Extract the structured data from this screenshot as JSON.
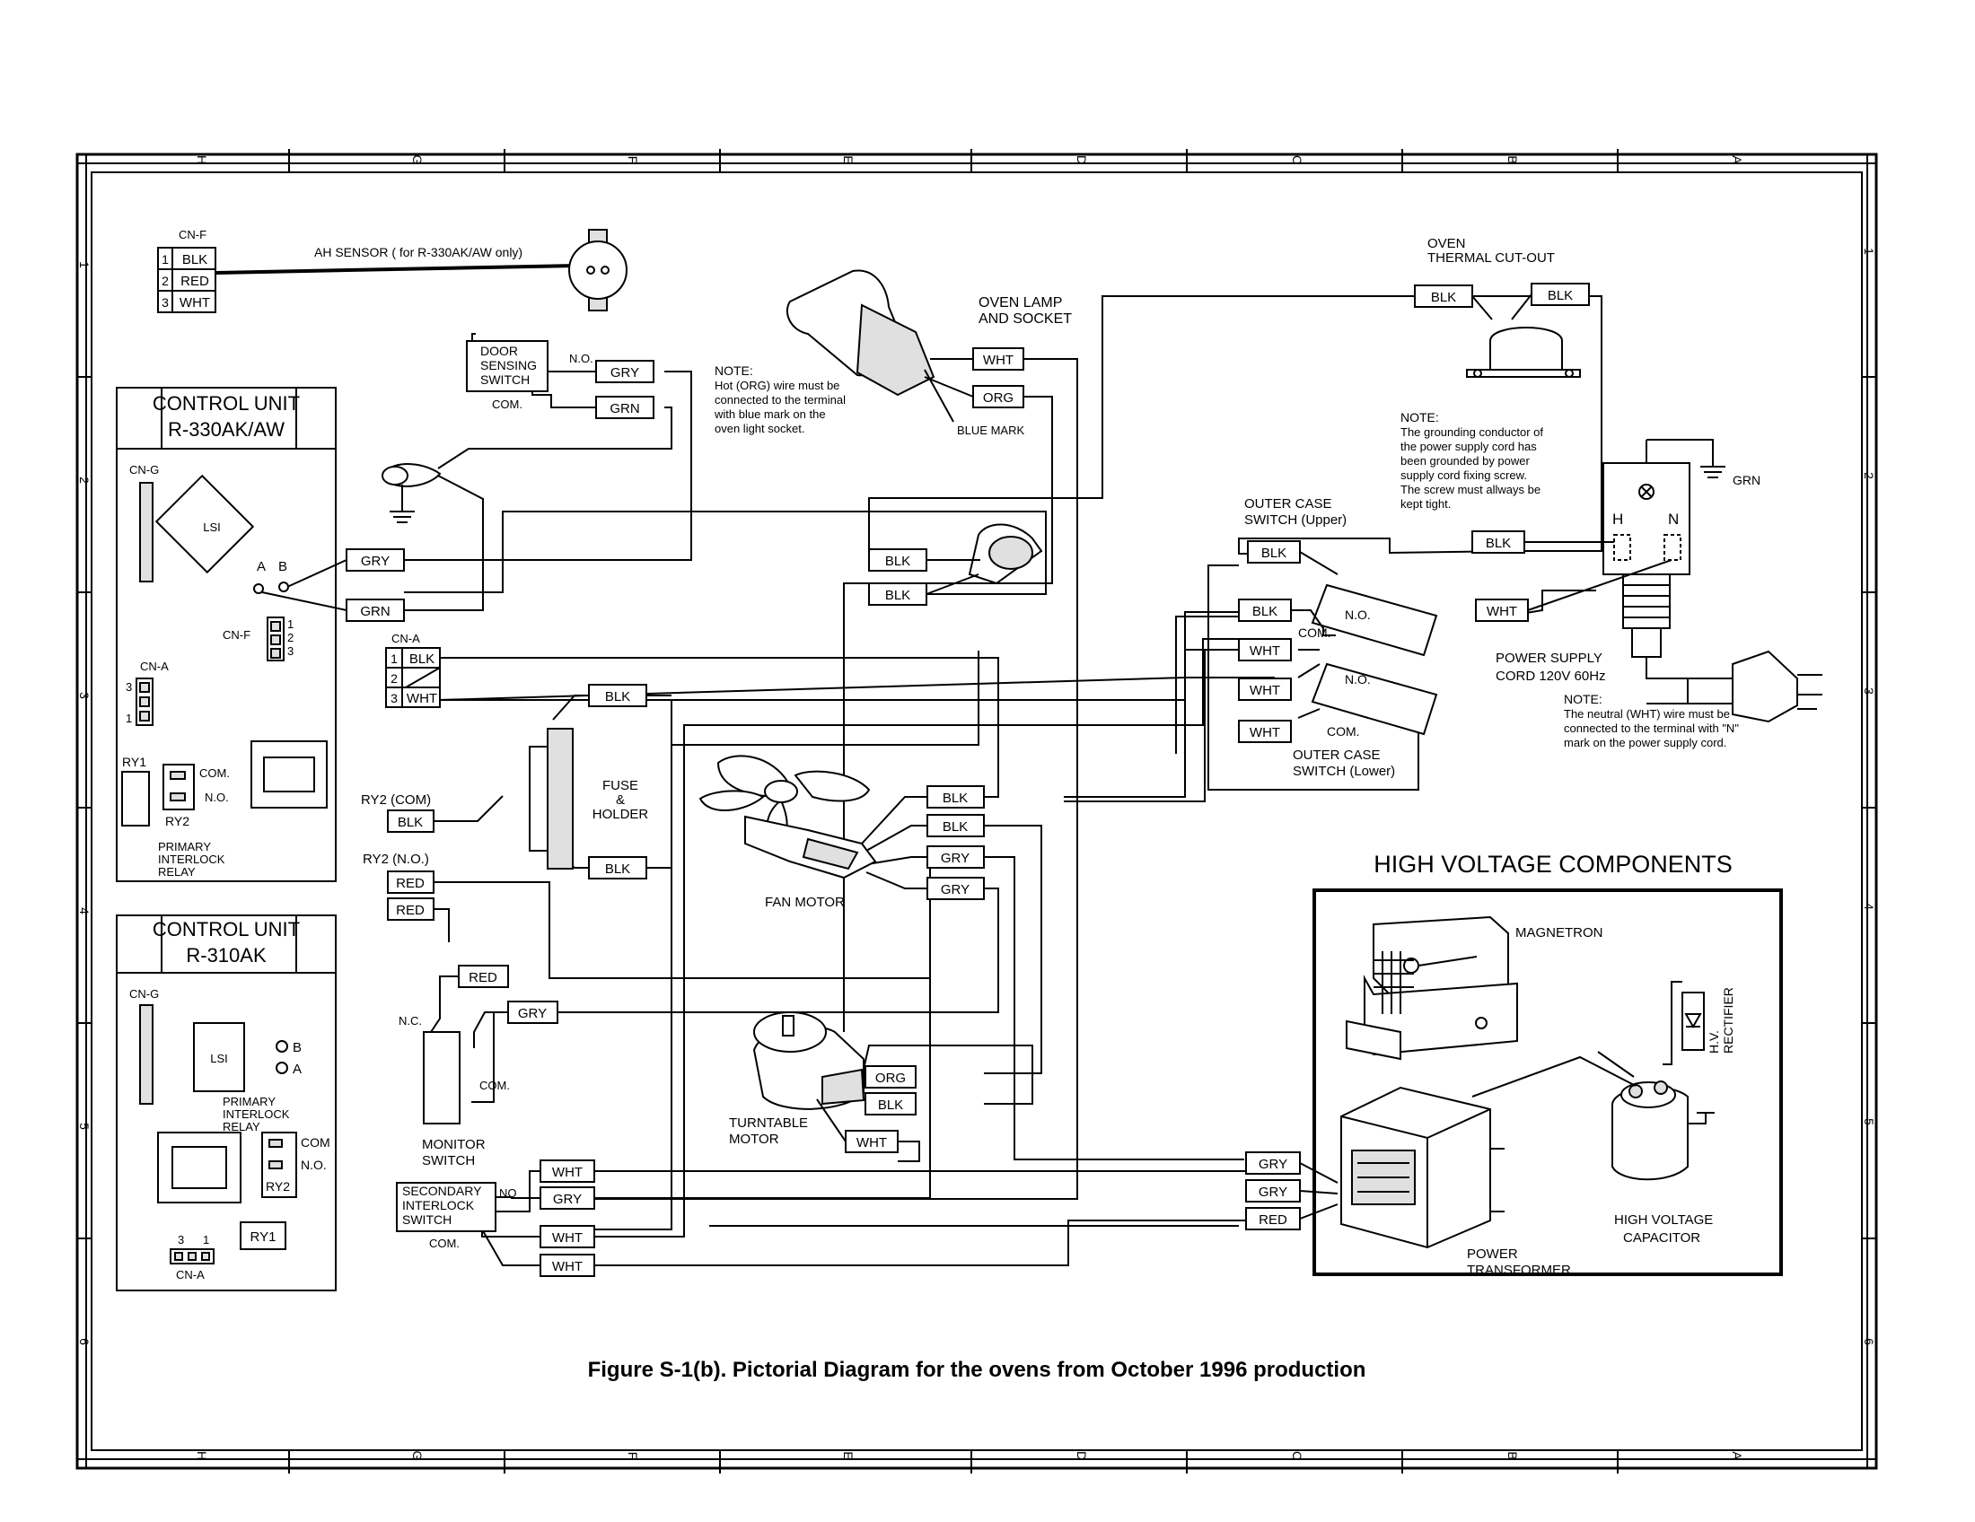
{
  "caption": "Figure S-1(b). Pictorial Diagram for the ovens from October 1996 production",
  "border": {
    "column_letters_top": [
      "H",
      "G",
      "F",
      "E",
      "D",
      "C",
      "B",
      "A"
    ],
    "column_letters_bottom": [
      "H",
      "G",
      "F",
      "E",
      "D",
      "C",
      "B",
      "A"
    ],
    "row_numbers_left": [
      "1",
      "2",
      "3",
      "4",
      "5",
      "6"
    ],
    "row_numbers_right": [
      "1",
      "2",
      "3",
      "4",
      "5",
      "6"
    ]
  },
  "ah_sensor": {
    "connector": "CN-F",
    "pins": [
      "1",
      "2",
      "3"
    ],
    "wires": [
      "BLK",
      "RED",
      "WHT"
    ],
    "label": "AH SENSOR ( for R-330AK/AW only)"
  },
  "control_unit_1": {
    "title": "CONTROL UNIT",
    "model": "R-330AK/AW",
    "cn_g": "CN-G",
    "lsi": "LSI",
    "a": "A",
    "b": "B",
    "cn_f": "CN-F",
    "cn_f_pins": [
      "1",
      "2",
      "3"
    ],
    "cn_a": "CN-A",
    "cn_a_pins": [
      "3",
      "1"
    ],
    "ry1": "RY1",
    "ry2": "RY2",
    "com": "COM.",
    "no": "N.O.",
    "relay": [
      "PRIMARY",
      "INTERLOCK",
      "RELAY"
    ]
  },
  "control_unit_2": {
    "title": "CONTROL UNIT",
    "model": "R-310AK",
    "cn_g": "CN-G",
    "lsi": "LSI",
    "b": "B",
    "a": "A",
    "relay": [
      "PRIMARY",
      "INTERLOCK",
      "RELAY"
    ],
    "com": "COM",
    "no": "N.O.",
    "ry2": "RY2",
    "ry1": "RY1",
    "cn_a_pins": [
      "3",
      "1"
    ],
    "cn_a": "CN-A"
  },
  "door_sensing_switch": {
    "label": [
      "DOOR",
      "SENSING",
      "SWITCH"
    ],
    "no": "N.O.",
    "com": "COM.",
    "wires": [
      "GRY",
      "GRN"
    ]
  },
  "oven_lamp": {
    "label": [
      "OVEN LAMP",
      "AND SOCKET"
    ],
    "wires": [
      "WHT",
      "ORG"
    ],
    "blue_mark": "BLUE MARK",
    "note_title": "NOTE:",
    "note_lines": [
      "Hot (ORG) wire must be",
      "connected to the terminal",
      "with blue mark on the",
      "oven light socket."
    ]
  },
  "oven_thermal": {
    "label": [
      "OVEN",
      "THERMAL CUT-OUT"
    ],
    "wires": [
      "BLK",
      "BLK"
    ]
  },
  "ground_note": {
    "title": "NOTE:",
    "lines": [
      "The grounding conductor of",
      "the power supply cord has",
      "been grounded by power",
      "supply cord fixing screw.",
      "The screw must allways be",
      "kept tight."
    ]
  },
  "power_supply": {
    "label": [
      "POWER SUPPLY",
      "CORD 120V 60Hz"
    ],
    "h": "H",
    "n": "N",
    "grn": "GRN",
    "wires": [
      "BLK",
      "WHT"
    ],
    "note_title": "NOTE:",
    "note_lines": [
      "The neutral (WHT) wire must be",
      "connected to the terminal with \"N\"",
      "mark on the power   supply cord."
    ]
  },
  "outer_case_upper": {
    "label": [
      "OUTER CASE",
      "SWITCH (Upper)"
    ],
    "wires": [
      "BLK",
      "BLK"
    ],
    "no": "N.O.",
    "com": "COM."
  },
  "outer_case_lower": {
    "label": [
      "OUTER CASE",
      "SWITCH (Lower)"
    ],
    "wires": [
      "WHT",
      "WHT",
      "WHT"
    ],
    "no": "N.O.",
    "com": "COM."
  },
  "thermal_wires": [
    "BLK",
    "BLK"
  ],
  "cn_a_harness": {
    "label": "CN-A",
    "pins": [
      "1",
      "2",
      "3"
    ],
    "wires": [
      "BLK",
      "",
      "WHT"
    ]
  },
  "control_wires": [
    "GRY",
    "GRN"
  ],
  "fuse": {
    "label": [
      "FUSE",
      "&",
      "HOLDER"
    ],
    "wires": [
      "BLK",
      "BLK"
    ]
  },
  "ry2_com": {
    "label": "RY2 (COM)",
    "wire": "BLK"
  },
  "ry2_no": {
    "label": "RY2 (N.O.)",
    "wires": [
      "RED",
      "RED"
    ]
  },
  "fan_motor": {
    "label": "FAN MOTOR",
    "wires": [
      "BLK",
      "BLK",
      "GRY",
      "GRY"
    ]
  },
  "monitor_switch": {
    "label": [
      "MONITOR",
      "SWITCH"
    ],
    "nc": "N.C.",
    "com": "COM.",
    "wires": [
      "RED",
      "GRY"
    ]
  },
  "turntable": {
    "label": [
      "TURNTABLE",
      "MOTOR"
    ],
    "wires": [
      "ORG",
      "BLK",
      "WHT"
    ]
  },
  "secondary_switch": {
    "label": [
      "SECONDARY",
      "INTERLOCK",
      "SWITCH"
    ],
    "no": "NO",
    "com": "COM.",
    "wires": [
      "WHT",
      "GRY",
      "WHT",
      "WHT"
    ]
  },
  "hv": {
    "title": "HIGH VOLTAGE COMPONENTS",
    "magnetron": "MAGNETRON",
    "rectifier": [
      "H.V.",
      "RECTIFIER"
    ],
    "capacitor": [
      "HIGH VOLTAGE",
      "CAPACITOR"
    ],
    "transformer": [
      "POWER",
      "TRANSFORMER"
    ],
    "wires": [
      "GRY",
      "GRY",
      "RED"
    ]
  }
}
